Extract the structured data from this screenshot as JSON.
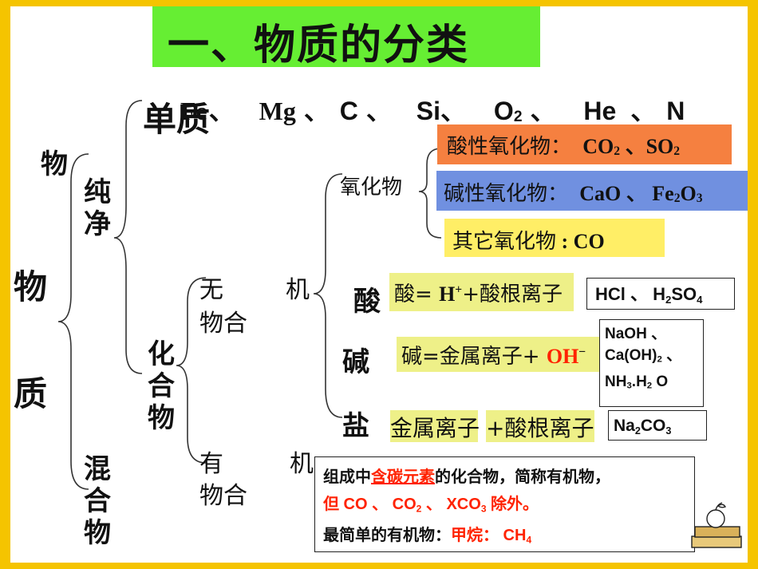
{
  "title": "一、物质的分类",
  "matter": {
    "char1": "物",
    "char2": "质"
  },
  "top_char": "物",
  "pure": {
    "label_line1": "纯",
    "label_line2": "净"
  },
  "mixture": {
    "label_line1": "混",
    "label_line2": "合",
    "label_line3": "物"
  },
  "element": {
    "label": "单质",
    "examples": [
      "Fe",
      "Mg",
      "C",
      "Si",
      "O2",
      "He",
      "N"
    ],
    "sep": "、"
  },
  "compound": {
    "label_line1": "化",
    "label_line2": "合",
    "label_line3": "物"
  },
  "inorganic": {
    "part1": "无",
    "part2": "机",
    "part3": "物合"
  },
  "organic": {
    "part1": "有",
    "part2": "机",
    "part3": "物合"
  },
  "oxide": {
    "label": "氧化物",
    "acidic": {
      "label": "酸性氧化物：",
      "formula": "CO2 、SO2",
      "color": "#f58040"
    },
    "basic": {
      "label": "碱性氧化物：",
      "formula": "CaO 、 Fe2O3",
      "color": "#7090e0"
    },
    "other": {
      "label": "其它氧化物 : CO",
      "color": "#ffee66"
    }
  },
  "acid": {
    "label": "酸",
    "definition": "酸= H++酸根离子",
    "examples": "HCl 、 H2SO4",
    "color": "#eef088"
  },
  "base": {
    "label": "碱",
    "definition": "碱=金属离子+ ",
    "ion": "OH−",
    "examples": "NaOH 、 Ca(OH)2 、 NH3.H2 O",
    "color": "#eef088"
  },
  "salt": {
    "label": "盐",
    "definition_part1": "金属离子",
    "definition_part2": "+酸根离子",
    "examples": "Na2CO3",
    "color": "#eef088"
  },
  "organic_note": {
    "line1_pre": "组成中",
    "line1_highlight": "含碳元素",
    "line1_post": "的化合物，简称有机物，",
    "line2": "但 CO 、  CO2 、  XCO3 除外。",
    "line3_pre": "最简单的有机物：",
    "line3_highlight": "甲烷：  CH4",
    "highlight_color": "#ff2200"
  },
  "icon": "apple-on-books-icon"
}
